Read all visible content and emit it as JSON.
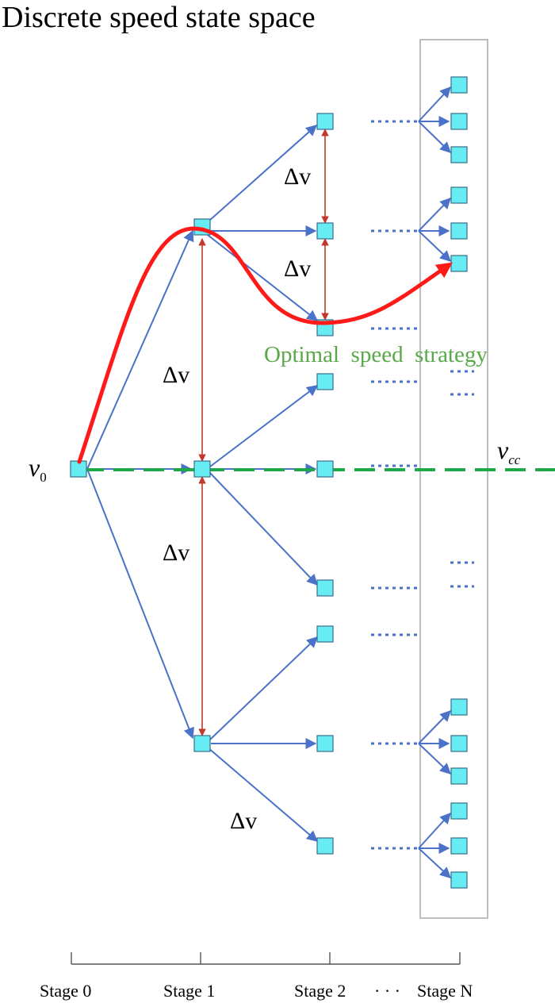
{
  "title": "Discrete speed state space",
  "stages": [
    "Stage 0",
    "Stage 1",
    "Stage 2",
    "· · ·",
    "Stage N"
  ],
  "delta_v_label": "Δv",
  "v0": {
    "base": "v",
    "sub": "0"
  },
  "vcc": {
    "base": "v",
    "sub": "cc"
  },
  "optimal_label": "Optimal  speed  strategy",
  "colors": {
    "node_fill": "#66ecf2",
    "edge": "#4a72c8",
    "optimal_path": "#ff1a1a",
    "delta_arrow": "#c0392b",
    "vcc_line": "#1fa84a",
    "optimal_label": "#5aa84a"
  }
}
